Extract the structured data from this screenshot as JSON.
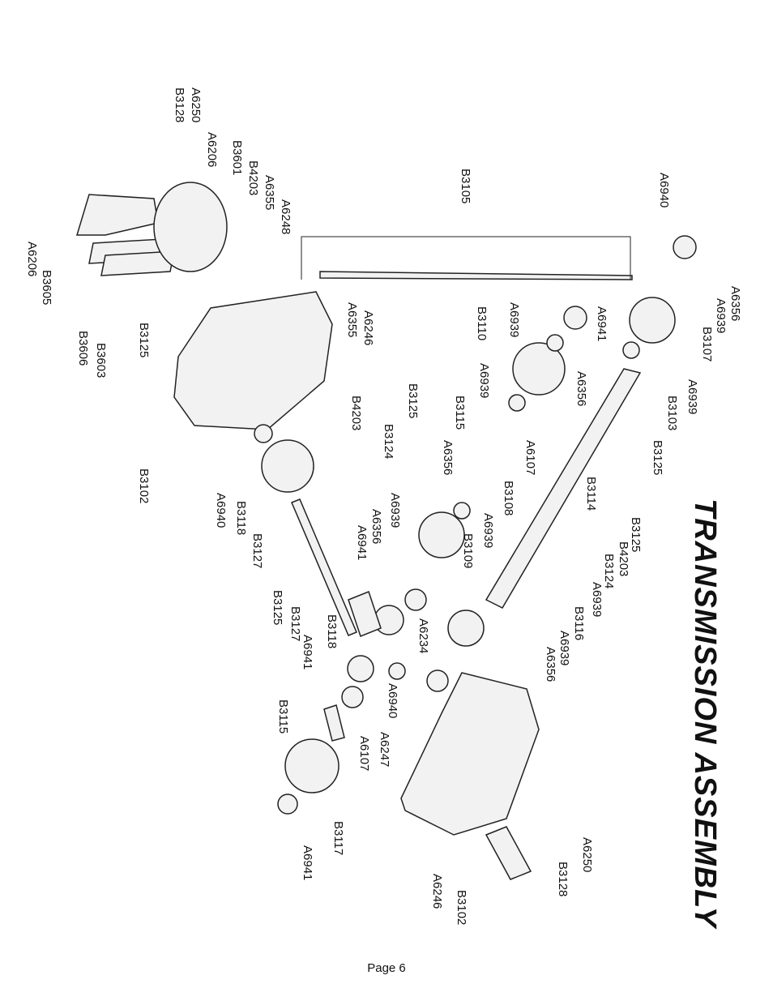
{
  "title": "TRANSMISSION ASSEMBLY",
  "page_label": "Page 6",
  "labels": [
    "A6250",
    "B3128",
    "A6206",
    "B3601",
    "B4203",
    "A6355",
    "A6248",
    "A6206",
    "B3605",
    "B3606",
    "B3603",
    "B3125",
    "B3102",
    "A6246",
    "A6355",
    "B4203",
    "A6940",
    "B3118",
    "B3127",
    "B3125",
    "B3127",
    "B3118",
    "A6941",
    "B3115",
    "A6107",
    "B3117",
    "A6941",
    "A6234",
    "A6940",
    "A6247",
    "A6246",
    "B3102",
    "B3128",
    "A6250",
    "B3105",
    "A6940",
    "A6356",
    "A6939",
    "B3107",
    "A6939",
    "B3103",
    "B3125",
    "A6941",
    "A6939",
    "B3110",
    "A6356",
    "A6939",
    "B3125",
    "B3115",
    "A6107",
    "A6356",
    "B3124",
    "B3108",
    "A6939",
    "A6939",
    "B3109",
    "A6356",
    "A6941",
    "B3114",
    "B3125",
    "B4203",
    "B3124",
    "A6939",
    "B3116",
    "A6939",
    "A6356"
  ]
}
